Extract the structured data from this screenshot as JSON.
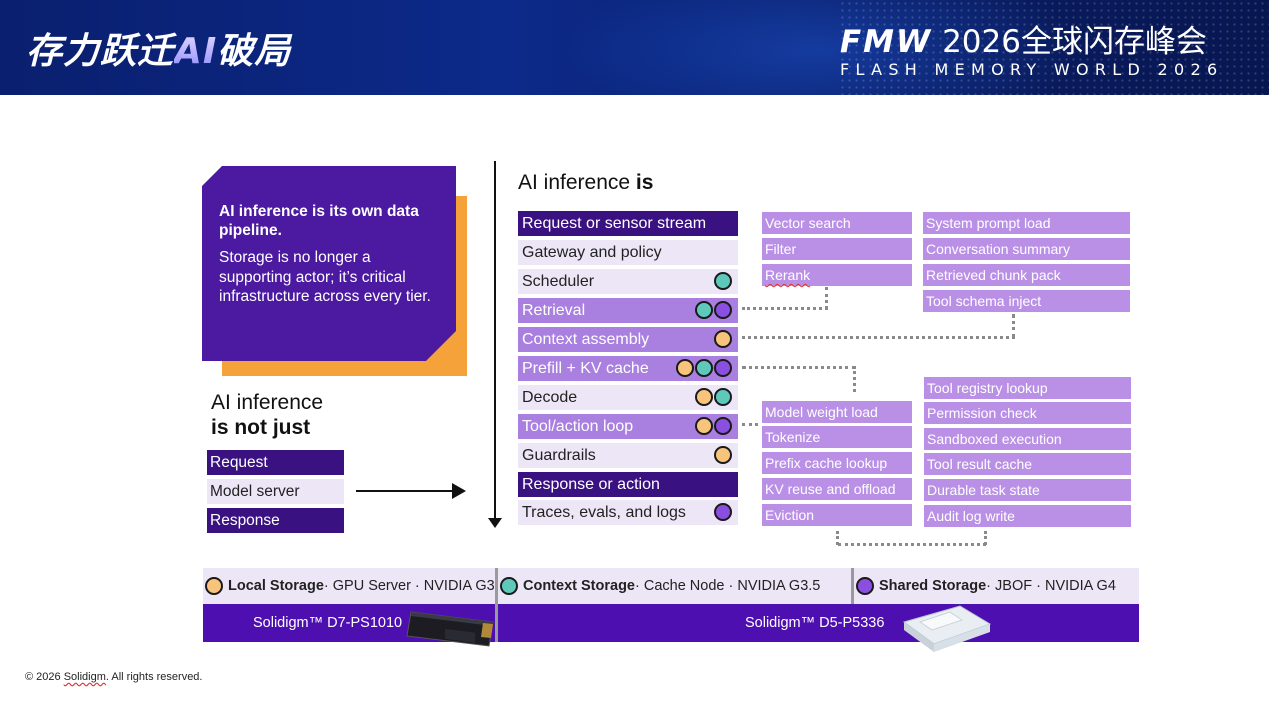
{
  "header": {
    "slogan_pre": "存力跃迁",
    "slogan_ai": "AI",
    "slogan_post": "破局",
    "event_brand": "FMW",
    "event_title": "2026全球闪存峰会",
    "event_subtitle": "FLASH MEMORY WORLD 2026"
  },
  "card": {
    "headline": "AI inference is its own data pipeline.",
    "body": "Storage is no longer a supporting actor; it’s critical infrastructure across every tier."
  },
  "not_just": {
    "line1": "AI inference",
    "line2": "is not just",
    "items": [
      "Request",
      "Model server",
      "Response"
    ]
  },
  "inference_is": {
    "title_pre": "AI inference ",
    "title_bold": "is"
  },
  "stages": [
    {
      "label": "Request or sensor stream",
      "style": "dark",
      "dots": []
    },
    {
      "label": "Gateway and policy",
      "style": "light",
      "dots": []
    },
    {
      "label": "Scheduler",
      "style": "light",
      "dots": [
        "teal"
      ]
    },
    {
      "label": "Retrieval",
      "style": "mid",
      "dots": [
        "teal",
        "purple"
      ]
    },
    {
      "label": "Context assembly",
      "style": "mid",
      "dots": [
        "orange"
      ]
    },
    {
      "label": "Prefill + KV cache",
      "style": "mid",
      "dots": [
        "orange",
        "teal",
        "purple"
      ]
    },
    {
      "label": "Decode",
      "style": "light",
      "dots": [
        "orange",
        "teal"
      ]
    },
    {
      "label": "Tool/action loop",
      "style": "mid",
      "dots": [
        "orange",
        "purple"
      ]
    },
    {
      "label": "Guardrails",
      "style": "light",
      "dots": [
        "orange"
      ]
    },
    {
      "label": "Response or action",
      "style": "dark",
      "dots": []
    },
    {
      "label": "Traces, evals, and logs",
      "style": "light",
      "dots": [
        "purple"
      ]
    }
  ],
  "retrieval_steps": [
    "Vector search",
    "Filter",
    "Rerank"
  ],
  "context_steps": [
    "System prompt load",
    "Conversation summary",
    "Retrieved chunk pack",
    "Tool schema inject"
  ],
  "prefill_steps": [
    "Model weight load",
    "Tokenize",
    "Prefix cache lookup",
    "KV reuse and offload",
    "Eviction"
  ],
  "tool_steps": [
    "Tool registry lookup",
    "Permission check",
    "Sandboxed execution",
    "Tool result cache",
    "Durable task state",
    "Audit log write"
  ],
  "tiers": [
    {
      "name": "Local Storage",
      "detail": " · GPU Server · NVIDIA G3",
      "color": "orange"
    },
    {
      "name": "Context Storage",
      "detail": " · Cache Node · NVIDIA G3.5",
      "color": "teal"
    },
    {
      "name": "Shared Storage",
      "detail": " · JBOF · NVIDIA G4",
      "color": "purple"
    }
  ],
  "products": [
    "Solidigm™ D7-PS1010",
    "Solidigm™ D5-P5336"
  ],
  "colors": {
    "orange": "#f8c37a",
    "teal": "#5ec9bb",
    "purple": "#8a4fe0",
    "dark_purple": "#3a1180",
    "accent_orange": "#f5a23a"
  },
  "footer": {
    "copyright_pre": "© 2026 ",
    "copyright_brand": "Solidigm",
    "copyright_post": ". All rights reserved."
  }
}
